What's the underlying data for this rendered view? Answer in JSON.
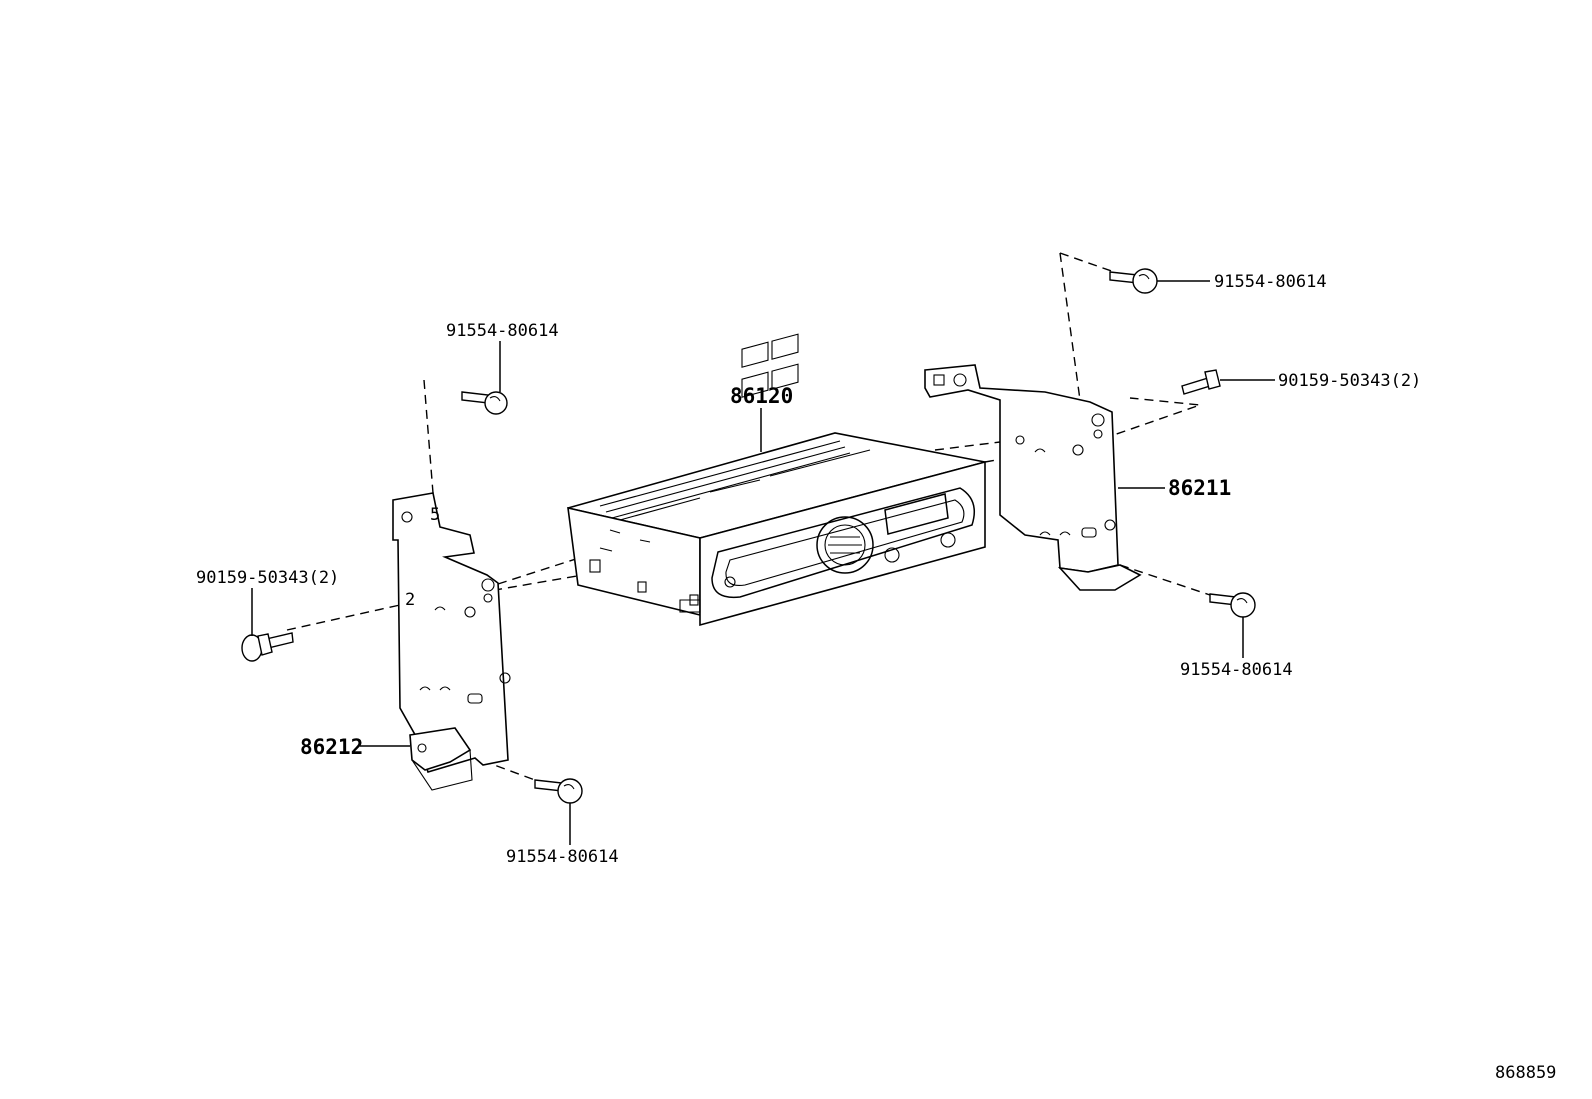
{
  "diagram": {
    "parts": {
      "radio_unit": "86120",
      "bracket_right": "86211",
      "bracket_left": "86212",
      "screw_left_top": "91554-80614",
      "screw_right_top": "91554-80614",
      "screw_right_lower": "91554-80614",
      "screw_left_lower": "91554-80614",
      "bolt_right": "90159-50343(2)",
      "bolt_left": "90159-50343(2)"
    },
    "reference_number": "868859"
  }
}
